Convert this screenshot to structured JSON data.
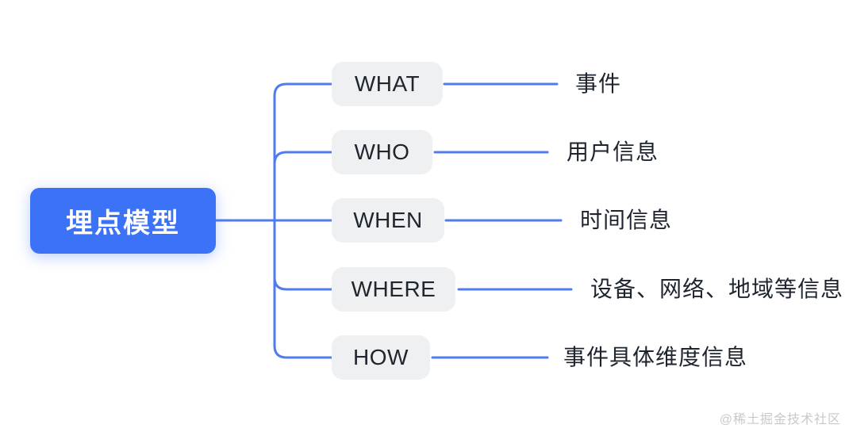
{
  "diagram": {
    "title_node": {
      "label": "埋点模型"
    },
    "branches": [
      {
        "id": "what",
        "label": "WHAT",
        "value": "事件"
      },
      {
        "id": "who",
        "label": "WHO",
        "value": "用户信息"
      },
      {
        "id": "when",
        "label": "WHEN",
        "value": "时间信息"
      },
      {
        "id": "where",
        "label": "WHERE",
        "value": "设备、网络、地域等信息"
      },
      {
        "id": "how",
        "label": "HOW",
        "value": "事件具体维度信息"
      }
    ]
  },
  "watermark": "@稀土掘金技术社区",
  "colors": {
    "root_bg": "#3B72F6",
    "root_text": "#FFFFFF",
    "connector": "#4F7CF3",
    "topic_bg": "#EEF0F2",
    "topic_text": "#20262E",
    "leaf_text": "#1E242E",
    "watermark_text": "#C6C9CD"
  }
}
